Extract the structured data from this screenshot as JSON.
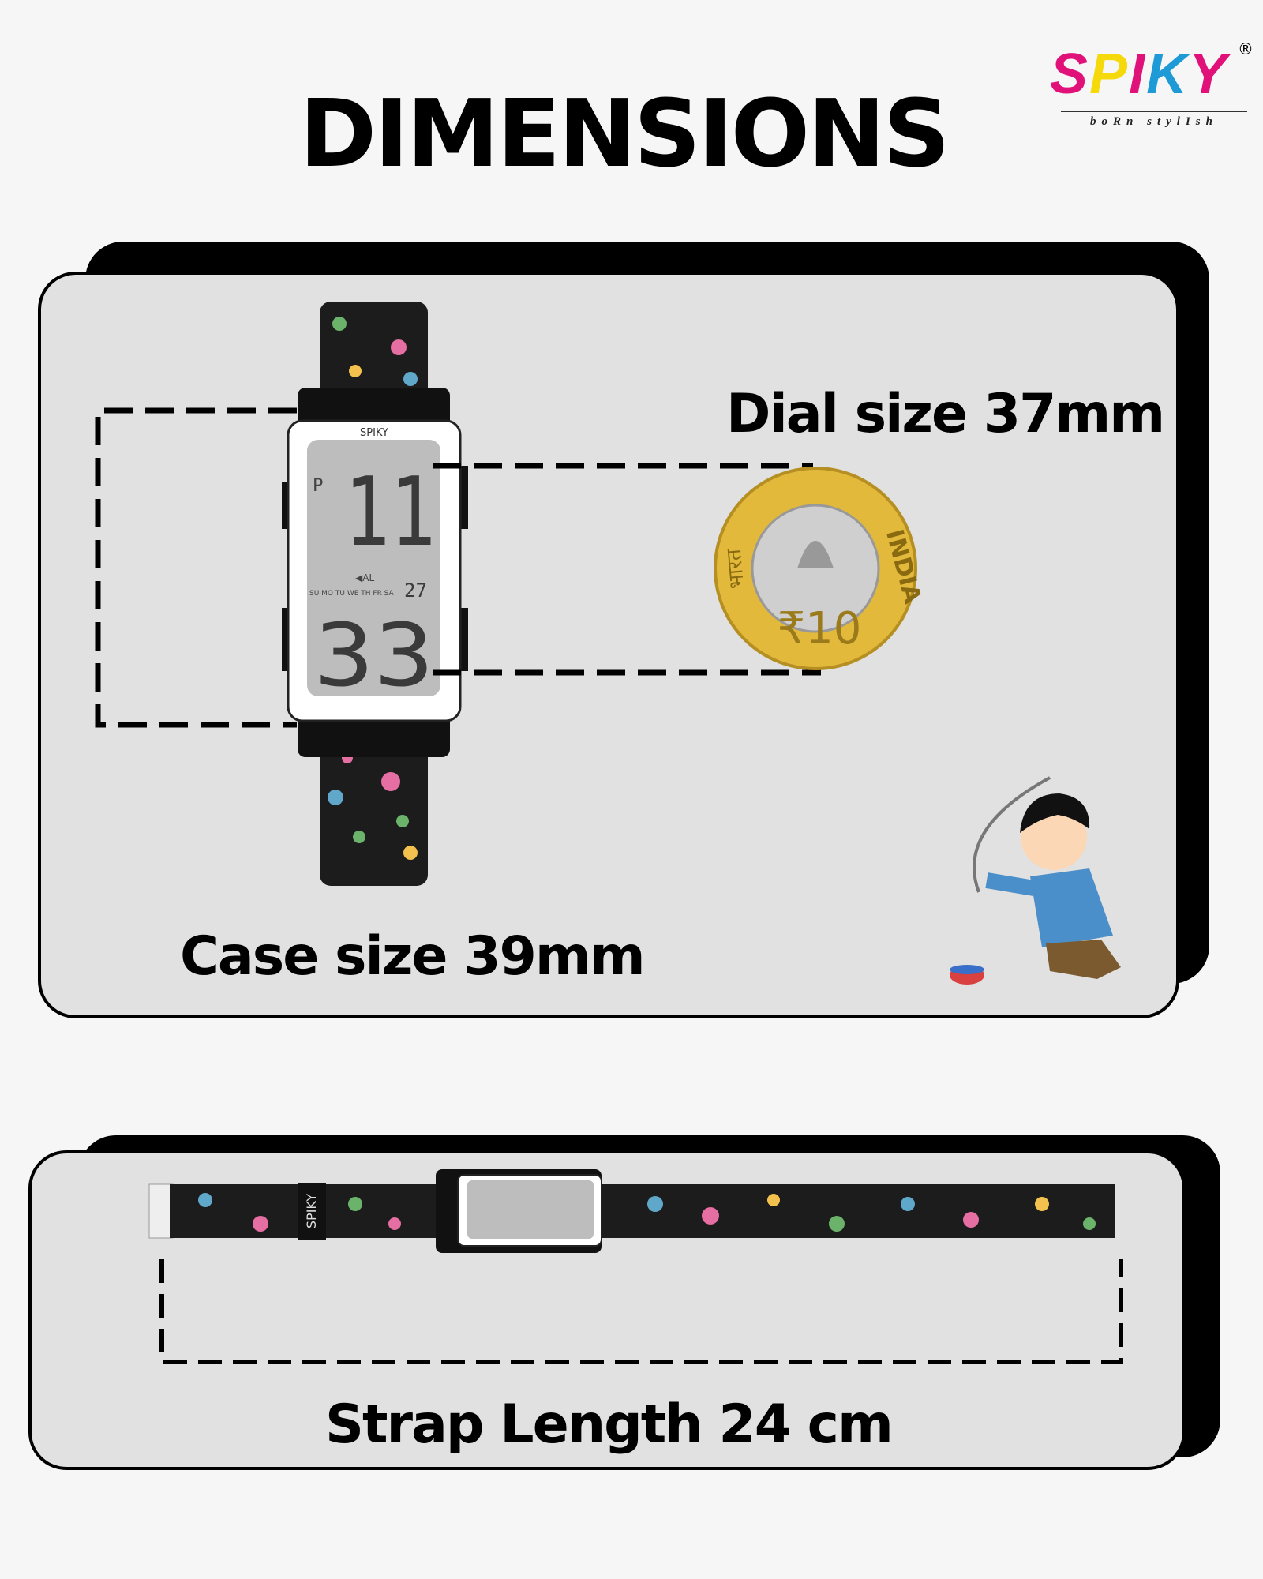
{
  "title": "DIMENSIONS",
  "brand": {
    "name": "SPIKY",
    "tagline": "boRn stylIsh",
    "registered": "®",
    "colors": [
      "#e0127a",
      "#f5d90a",
      "#1e9bd6",
      "#e0127a",
      "#e0127a"
    ]
  },
  "dial_panel": {
    "dial_label": "Dial size 37mm",
    "case_label": "Case size 39mm",
    "watch": {
      "brand": "SPIKY",
      "indicator": "P",
      "hour": "11",
      "minute": "33",
      "date": "27",
      "alarm": "◀AL",
      "weekdays": [
        "SU",
        "MO",
        "TU",
        "WE",
        "TH",
        "FR",
        "SA"
      ]
    },
    "coin": {
      "country": "INDIA",
      "denomination": "₹10",
      "hindi": "भारत"
    }
  },
  "strap_panel": {
    "label": "Strap Length 24 cm",
    "brand": "SPIKY"
  },
  "colors": {
    "card": "#e1e1e1",
    "background": "#f6f6f6",
    "coin_gold": "#e2b93b",
    "coin_silver": "#c8c8c8"
  }
}
